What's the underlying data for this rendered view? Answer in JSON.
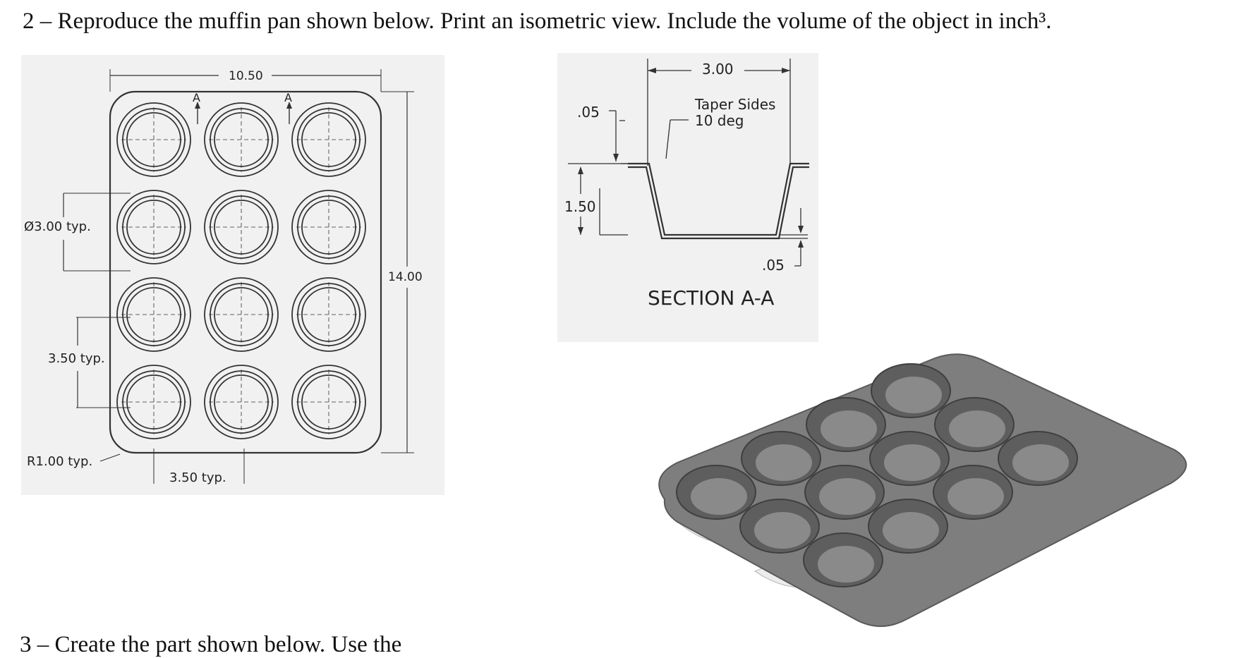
{
  "question": {
    "text": "2 – Reproduce the muffin pan shown below. Print an isometric view. Include the volume of the object in inch³."
  },
  "top_view": {
    "width_dim": "10.50",
    "height_dim": "14.00",
    "section_mark": "A",
    "diameter_label": "Ø3.00 typ.",
    "pitch_vertical_label": "3.50 typ.",
    "corner_radius_label": "R1.00 typ.",
    "pitch_horizontal_label": "3.50 typ."
  },
  "section_view": {
    "top_diameter": "3.00",
    "rim_thickness": ".05",
    "taper_label_line1": "Taper Sides",
    "taper_label_line2": "10 deg",
    "depth": "1.50",
    "bottom_thickness": ".05",
    "title": "SECTION A-A"
  },
  "cutoff_text": "3 – Create the part shown below. Use the"
}
